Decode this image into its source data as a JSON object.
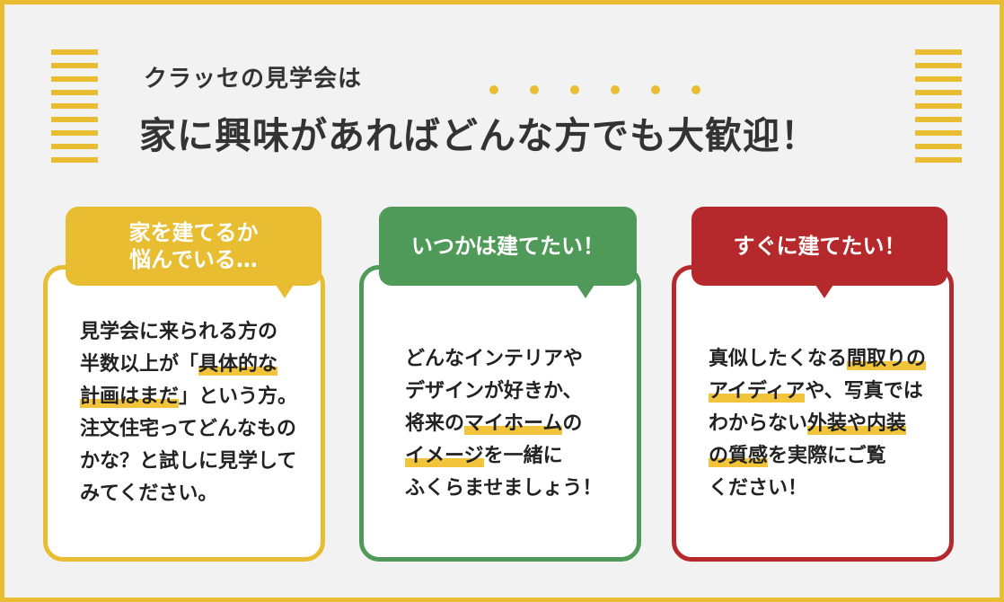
{
  "header": {
    "subtitle": "クラッセの見学会は",
    "headline": "家に興味があればどんな方でも大歓迎！"
  },
  "colors": {
    "yellow": "#e9bd32",
    "green": "#4f9a59",
    "red": "#b5292d",
    "highlight": "#f2c43b",
    "background": "#f2f2f2"
  },
  "cards": [
    {
      "bubble": [
        "家を建てるか",
        "悩んでいる…"
      ],
      "lines": [
        [
          {
            "t": "見学会に来られる方の"
          }
        ],
        [
          {
            "t": "半数以上が「"
          },
          {
            "t": "具体的な",
            "hl": true
          }
        ],
        [
          {
            "t": "計画はまだ",
            "hl": true
          },
          {
            "t": "」という方。"
          }
        ],
        [
          {
            "t": "注文住宅ってどんなもの"
          }
        ],
        [
          {
            "t": "かな？と試しに見学して"
          }
        ],
        [
          {
            "t": "みてください。"
          }
        ]
      ]
    },
    {
      "bubble": [
        "いつかは建てたい！"
      ],
      "lines": [
        [
          {
            "t": "どんなインテリアや"
          }
        ],
        [
          {
            "t": "デザインが好きか、"
          }
        ],
        [
          {
            "t": "将来の"
          },
          {
            "t": "マイホーム",
            "hl": true
          },
          {
            "t": "の"
          }
        ],
        [
          {
            "t": "イメージ",
            "hl": true
          },
          {
            "t": "を一緒に"
          }
        ],
        [
          {
            "t": "ふくらませましょう！"
          }
        ]
      ]
    },
    {
      "bubble": [
        "すぐに建てたい！"
      ],
      "lines": [
        [
          {
            "t": "真似したくなる"
          },
          {
            "t": "間取りの",
            "hl": true
          }
        ],
        [
          {
            "t": "アイディア",
            "hl": true
          },
          {
            "t": "や、写真では"
          }
        ],
        [
          {
            "t": "わからない"
          },
          {
            "t": "外装や内装",
            "hl": true
          }
        ],
        [
          {
            "t": "の質感",
            "hl": true
          },
          {
            "t": "を実際にご覧"
          }
        ],
        [
          {
            "t": "ください！"
          }
        ]
      ]
    }
  ]
}
